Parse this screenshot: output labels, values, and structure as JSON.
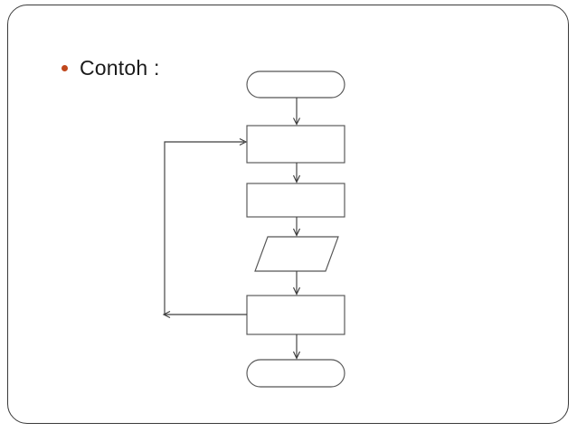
{
  "slide": {
    "background_color": "#ffffff",
    "frame_border_color": "#3a3a3a"
  },
  "bullet": {
    "marker": "bullet-dot",
    "marker_color": "#c0471c",
    "text": "Contoh :"
  },
  "flowchart": {
    "title": "",
    "shape_stroke_color": "#555555",
    "connector_color": "#3d3d3d",
    "nodes": [
      {
        "id": "start",
        "type": "terminator",
        "label": ""
      },
      {
        "id": "process1",
        "type": "process",
        "label": ""
      },
      {
        "id": "process2",
        "type": "process",
        "label": ""
      },
      {
        "id": "io1",
        "type": "input-output",
        "label": ""
      },
      {
        "id": "process3",
        "type": "process",
        "label": ""
      },
      {
        "id": "end",
        "type": "terminator",
        "label": ""
      }
    ],
    "edges": [
      {
        "from": "start",
        "to": "process1",
        "label": ""
      },
      {
        "from": "process1",
        "to": "process2",
        "label": ""
      },
      {
        "from": "process2",
        "to": "io1",
        "label": ""
      },
      {
        "from": "io1",
        "to": "process3",
        "label": ""
      },
      {
        "from": "process3",
        "to": "end",
        "label": ""
      },
      {
        "from": "process3",
        "to": "process1",
        "label": ""
      }
    ]
  }
}
